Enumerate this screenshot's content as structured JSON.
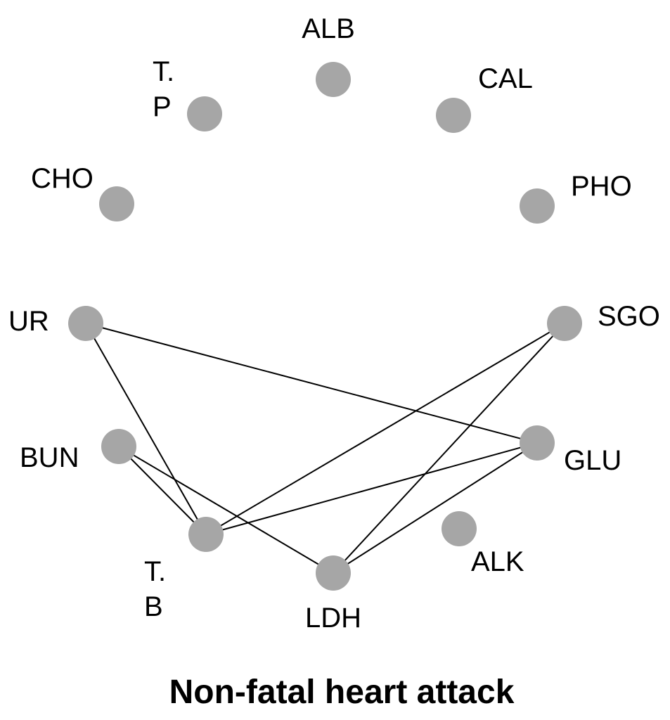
{
  "title": "Non-fatal heart attack",
  "colors": {
    "node_fill": "#a6a6a6",
    "edge_stroke": "#000000",
    "text": "#000000"
  },
  "nodes": [
    {
      "id": "ALB",
      "label_lines": [
        "ALB"
      ]
    },
    {
      "id": "CAL",
      "label_lines": [
        "CAL"
      ]
    },
    {
      "id": "PHO",
      "label_lines": [
        "PHO"
      ]
    },
    {
      "id": "SGO",
      "label_lines": [
        "SGO"
      ]
    },
    {
      "id": "GLU",
      "label_lines": [
        "GLU"
      ]
    },
    {
      "id": "ALK",
      "label_lines": [
        "ALK"
      ]
    },
    {
      "id": "LDH",
      "label_lines": [
        "LDH"
      ]
    },
    {
      "id": "TB",
      "label_lines": [
        "T.",
        "B"
      ]
    },
    {
      "id": "BUN",
      "label_lines": [
        "BUN"
      ]
    },
    {
      "id": "UR",
      "label_lines": [
        "UR"
      ]
    },
    {
      "id": "CHO",
      "label_lines": [
        "CHO"
      ]
    },
    {
      "id": "TP",
      "label_lines": [
        "T.",
        "P"
      ]
    }
  ],
  "edges": [
    [
      "UR",
      "GLU"
    ],
    [
      "UR",
      "TB"
    ],
    [
      "BUN",
      "TB"
    ],
    [
      "BUN",
      "LDH"
    ],
    [
      "TB",
      "SGO"
    ],
    [
      "TB",
      "GLU"
    ],
    [
      "LDH",
      "SGO"
    ],
    [
      "LDH",
      "GLU"
    ]
  ]
}
